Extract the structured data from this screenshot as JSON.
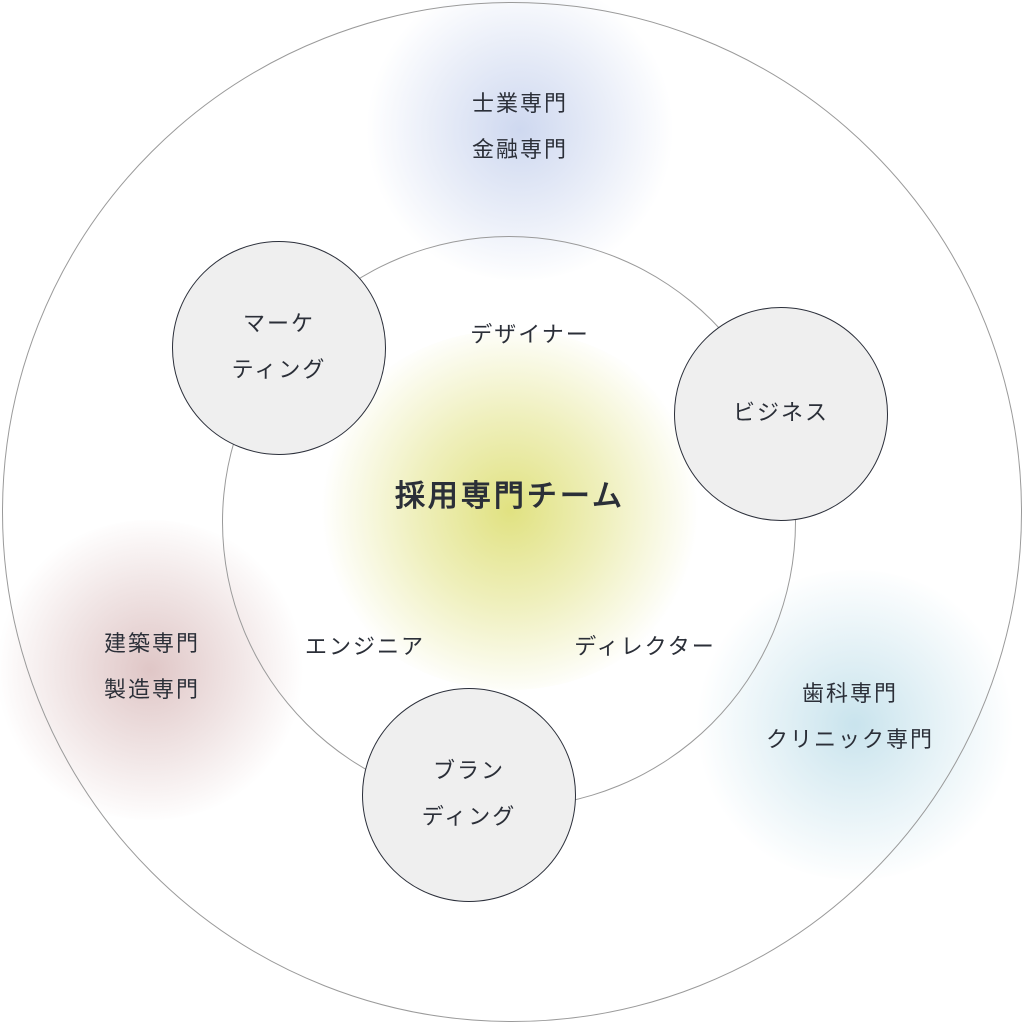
{
  "center": {
    "title": "採用専門チーム"
  },
  "roles": {
    "designer": "デザイナー",
    "engineer": "エンジニア",
    "director": "ディレクター"
  },
  "nodes": {
    "marketing": [
      "マーケ",
      "ティング"
    ],
    "business": [
      "ビジネス"
    ],
    "branding": [
      "ブラン",
      "ディング"
    ]
  },
  "specialties": {
    "top": [
      "士業専門",
      "金融専門"
    ],
    "left": [
      "建築専門",
      "製造専門"
    ],
    "right": [
      "歯科専門",
      "クリニック専門"
    ]
  },
  "colors": {
    "yellow": "#dfe07a",
    "blue": "#c9d4ee",
    "red": "#dcc0c0",
    "cyan": "#c6e2ec"
  }
}
